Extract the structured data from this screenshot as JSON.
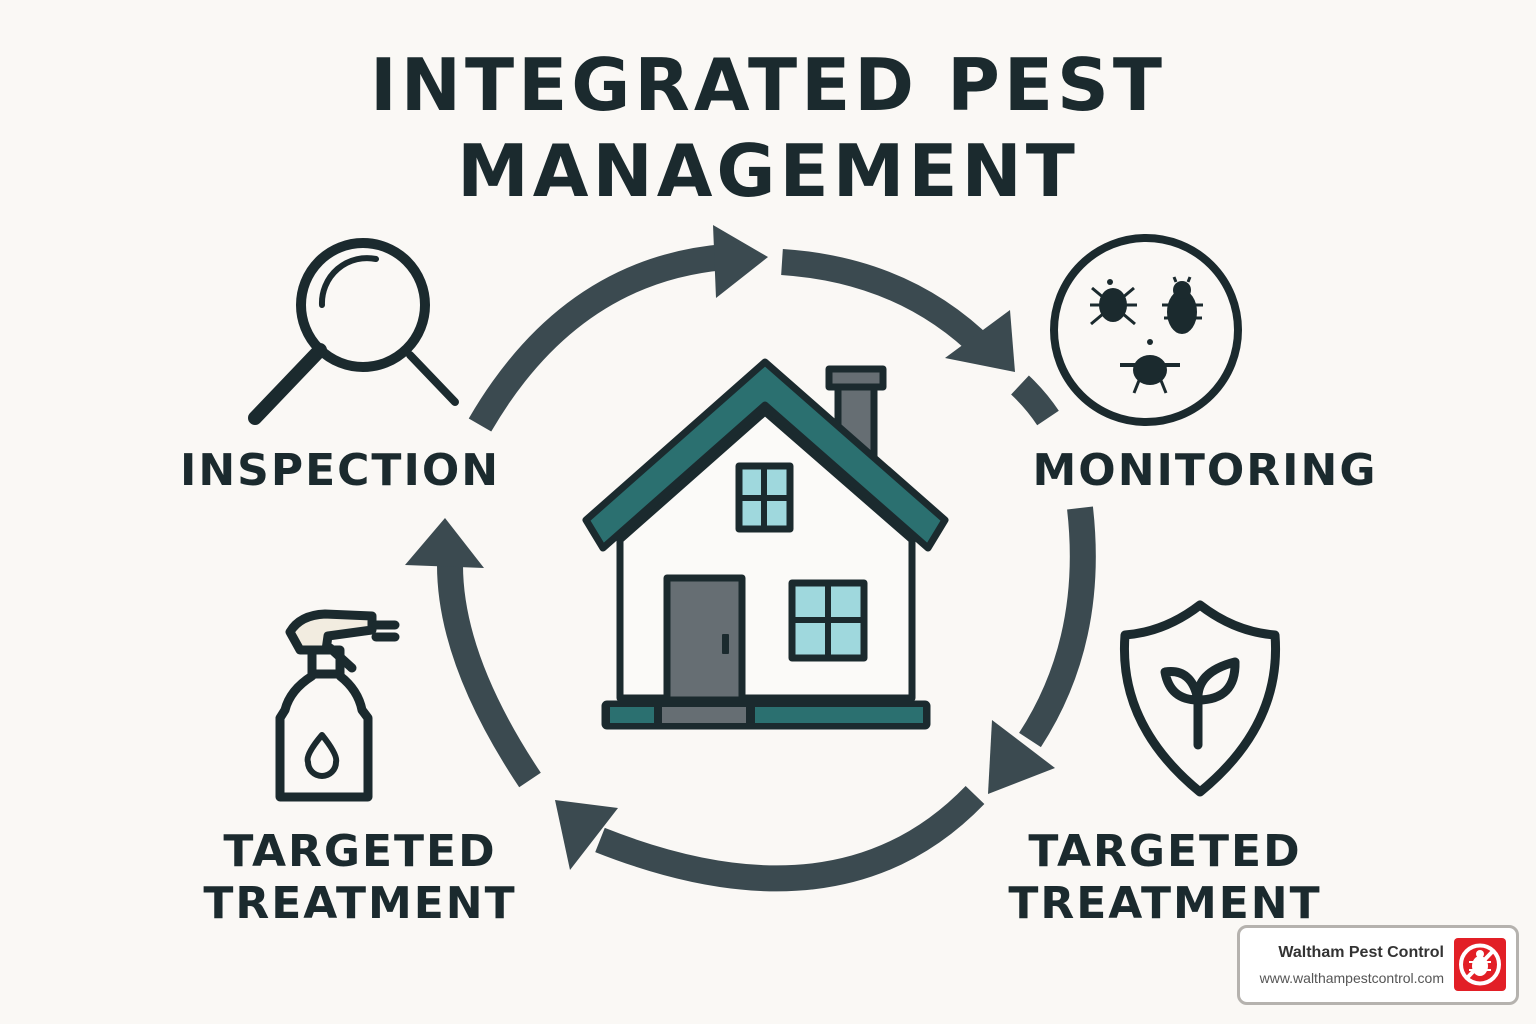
{
  "title": {
    "line1": "INTEGRATED PEST",
    "line2": "MANAGEMENT"
  },
  "stages": [
    {
      "label": "INSPECTION",
      "icon": "magnifying-glass-icon"
    },
    {
      "label": "MONITORING",
      "icon": "pests-circle-icon"
    },
    {
      "label_line1": "TARGETED",
      "label_line2": "TREATMENT",
      "icon": "shield-leaf-icon"
    },
    {
      "label_line1": "TARGETED",
      "label_line2": "TREATMENT",
      "icon": "spray-bottle-icon"
    }
  ],
  "center": {
    "icon": "house-icon"
  },
  "flow": {
    "direction": "clockwise",
    "arrow_count": 5
  },
  "colors": {
    "background": "#faf8f5",
    "text": "#1b2a2e",
    "arrow": "#3b4a50",
    "roof_teal": "#2b7070",
    "window_glass": "#9fd8dd",
    "door_gray": "#666e73",
    "brand_red": "#e21f26"
  },
  "brand": {
    "name": "Waltham Pest Control",
    "url": "www.walthampestcontrol.com"
  }
}
